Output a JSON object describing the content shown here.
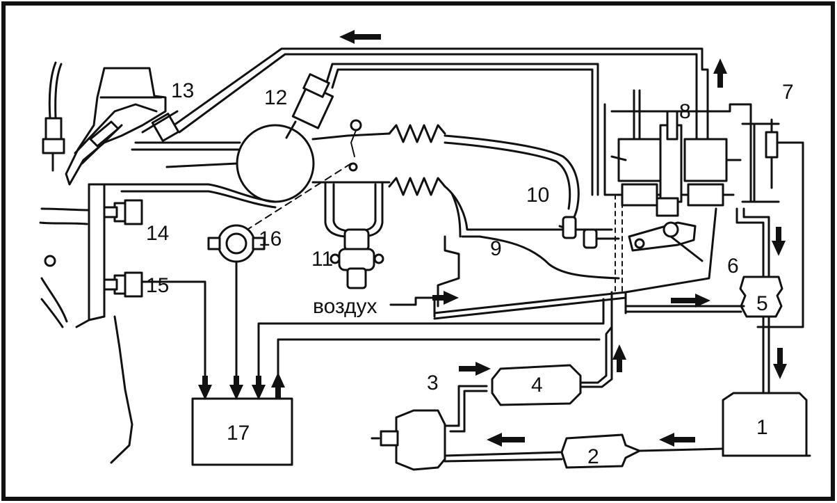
{
  "diagram": {
    "components": [
      {
        "id": "1",
        "label": "1"
      },
      {
        "id": "2",
        "label": "2"
      },
      {
        "id": "3",
        "label": "3"
      },
      {
        "id": "4",
        "label": "4"
      },
      {
        "id": "5",
        "label": "5"
      },
      {
        "id": "6",
        "label": "6"
      },
      {
        "id": "7",
        "label": "7"
      },
      {
        "id": "8",
        "label": "8"
      },
      {
        "id": "9",
        "label": "9"
      },
      {
        "id": "10",
        "label": "10"
      },
      {
        "id": "11",
        "label": "11"
      },
      {
        "id": "12",
        "label": "12"
      },
      {
        "id": "13",
        "label": "13"
      },
      {
        "id": "14",
        "label": "14"
      },
      {
        "id": "15",
        "label": "15"
      },
      {
        "id": "16",
        "label": "16"
      },
      {
        "id": "17",
        "label": "17"
      }
    ],
    "air_label": "воздух",
    "colors": {
      "ink": "#111111",
      "paper": "#ffffff"
    }
  }
}
